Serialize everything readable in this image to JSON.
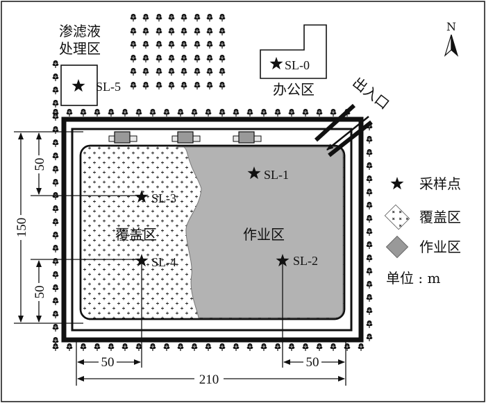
{
  "labels": {
    "leachate_zone_line1": "渗滤液",
    "leachate_zone_line2": "处理区",
    "office_zone": "办公区",
    "entrance": "出入口",
    "cover_zone": "覆盖区",
    "work_zone": "作业区",
    "north": "N"
  },
  "sampling_points": [
    {
      "id": "SL-0"
    },
    {
      "id": "SL-1"
    },
    {
      "id": "SL-2"
    },
    {
      "id": "SL-3"
    },
    {
      "id": "SL-4"
    },
    {
      "id": "SL-5"
    }
  ],
  "legend": {
    "sample_point": "采样点",
    "cover_zone": "覆盖区",
    "work_zone": "作业区",
    "unit": "单位 : m"
  },
  "dimensions": {
    "total_width": "210",
    "total_height": "150",
    "left_offset": "50",
    "right_offset": "50",
    "top_offset": "50",
    "bottom_offset": "50"
  },
  "colors": {
    "work_zone_fill": "#b3b3b3",
    "line": "#111111"
  },
  "icons": {
    "tree": "tree-icon",
    "star": "star-icon",
    "north_arrow": "north-arrow-icon"
  }
}
